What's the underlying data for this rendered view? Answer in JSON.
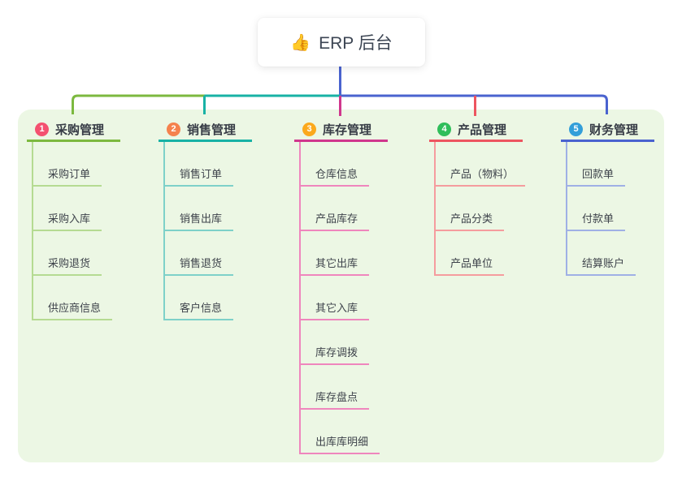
{
  "page": {
    "background": "#ffffff"
  },
  "panel": {
    "background": "#ecf7e4"
  },
  "root": {
    "label": "ERP 后台",
    "icon_char": "👍",
    "icon_color": "#f2c037",
    "connector_color": "#4a63cf"
  },
  "branches": [
    {
      "index": "1",
      "label": "采购管理",
      "badge_color": "#f45170",
      "line_color": "#7cb93f",
      "child_line_color": "#b5db92",
      "children": [
        "采购订单",
        "采购入库",
        "采购退货",
        "供应商信息"
      ]
    },
    {
      "index": "2",
      "label": "销售管理",
      "badge_color": "#f5824d",
      "line_color": "#18b2a5",
      "child_line_color": "#7ed1c9",
      "children": [
        "销售订单",
        "销售出库",
        "销售退货",
        "客户信息"
      ]
    },
    {
      "index": "3",
      "label": "库存管理",
      "badge_color": "#fba91c",
      "line_color": "#d0378d",
      "child_line_color": "#ef86bd",
      "children": [
        "仓库信息",
        "产品库存",
        "其它出库",
        "其它入库",
        "库存调拨",
        "库存盘点",
        "出库库明细"
      ]
    },
    {
      "index": "4",
      "label": "产品管理",
      "badge_color": "#2fbe5a",
      "line_color": "#ed5560",
      "child_line_color": "#f59c9e",
      "children": [
        "产品（物料）",
        "产品分类",
        "产品单位"
      ]
    },
    {
      "index": "5",
      "label": "财务管理",
      "badge_color": "#339fd9",
      "line_color": "#4a63cf",
      "child_line_color": "#9fb0e5",
      "children": [
        "回款单",
        "付款单",
        "结算账户"
      ]
    }
  ]
}
